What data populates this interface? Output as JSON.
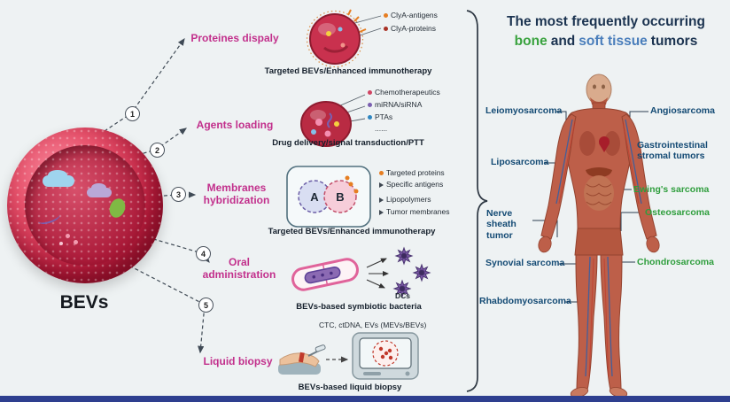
{
  "colors": {
    "background": "#eef2f3",
    "accent_magenta": "#c2308c",
    "title_navy": "#1b3350",
    "green": "#3aa33f",
    "blue": "#4a7ebb",
    "tumor_label_navy": "#134a74",
    "caption_dark": "#141f2b",
    "bev_red": "#c21f41",
    "bottom_bar_navy": "#2e3f8f"
  },
  "bev": {
    "label": "BEVs"
  },
  "steps": [
    "1",
    "2",
    "3",
    "4",
    "5"
  ],
  "rows": [
    {
      "label": "Proteines dispaly",
      "annotations": [
        "ClyA-antigens",
        "ClyA-proteins"
      ],
      "caption": "Targeted BEVs/Enhanced immunotherapy"
    },
    {
      "label": "Agents loading",
      "annotations": [
        "Chemotherapeutics",
        "miRNA/siRNA",
        "PTAs",
        "......"
      ],
      "caption": "Drug delivery/signal transduction/PTT"
    },
    {
      "label": "Membranes hybridization",
      "annotations": [
        "Targeted proteins",
        "Specific antigens",
        "Lipopolymers",
        "Tumor membranes"
      ],
      "caption": "Targeted BEVs/Enhanced immunotherapy",
      "icon_letters": {
        "a": "A",
        "b": "B"
      }
    },
    {
      "label": "Oral administration",
      "annotations": [
        "DCs"
      ],
      "caption": "BEVs-based symbiotic bacteria"
    },
    {
      "label": "Liquid biopsy",
      "annotations": [
        "CTC, ctDNA, EVs (MEVs/BEVs)"
      ],
      "caption": "BEVs-based liquid biopsy"
    }
  ],
  "right": {
    "title_line1": "The most frequently occurring",
    "title_bone": "bone",
    "title_and": "and",
    "title_soft": "soft tissue",
    "title_tumors": "tumors",
    "tumors_left": [
      "Leiomyosarcoma",
      "Liposarcoma",
      "Nerve sheath tumor",
      "Synovial sarcoma",
      "Rhabdomyosarcoma"
    ],
    "tumors_right": [
      "Angiosarcoma",
      "Gastrointestinal stromal tumors",
      "Ewing's sarcoma",
      "Osteosarcoma",
      "Chondrosarcoma"
    ]
  }
}
